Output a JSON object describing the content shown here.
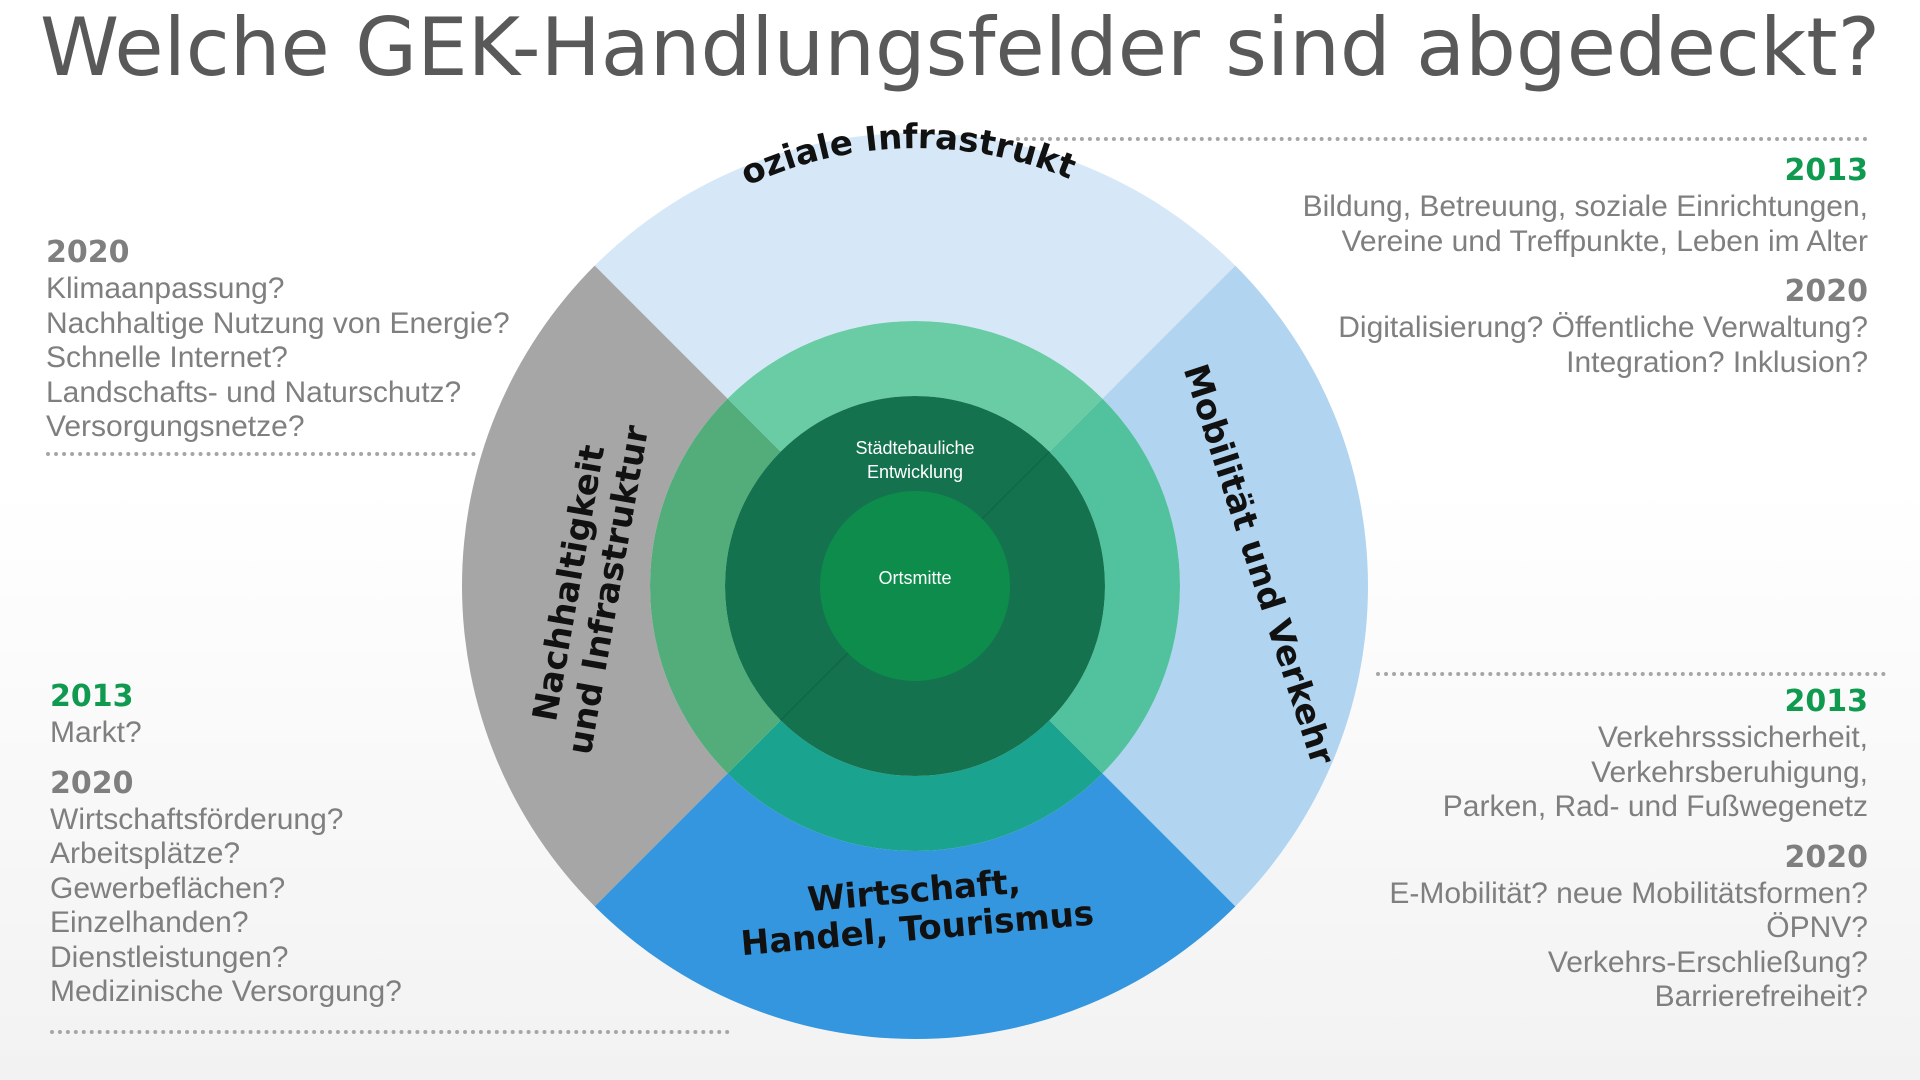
{
  "title": "Welche GEK-Handlungsfelder sind abgedeckt?",
  "wheel": {
    "top": "Soziale Infrastruktur",
    "right": "Mobilität und Verkehr",
    "bottom_line1": "Wirtschaft,",
    "bottom_line2": "Handel,  Tourismus",
    "left_line1": "Nachhaltigkeit",
    "left_line2": "und Infrastruktur",
    "center_outer_line1": "Städtebauliche",
    "center_outer_line2": "Entwicklung",
    "center_inner": "Ortsmitte",
    "colors": {
      "top": "#d6e8f7",
      "right": "#b1d4f0",
      "bottom": "#3396de",
      "left": "#a6a6a6",
      "mid_top": "#6acca5",
      "mid_right": "#52c29e",
      "mid_bottom": "#1aa38e",
      "mid_left": "#52ad7a",
      "core": "#14734e",
      "center": "#0d8c4c"
    }
  },
  "left_top": {
    "year": "2020",
    "items": [
      "Klimaanpassung?",
      "Nachhaltige Nutzung von Energie?",
      "Schnelle Internet?",
      "Landschafts- und Naturschutz?",
      "Versorgungsnetze?"
    ]
  },
  "left_bottom": {
    "year_a": "2013",
    "items_a": [
      "Markt?"
    ],
    "year_b": "2020",
    "items_b": [
      "Wirtschaftsförderung?",
      "Arbeitsplätze?",
      "Gewerbeflächen?",
      "Einzelhanden?",
      "Dienstleistungen?",
      "Medizinische Versorgung?"
    ]
  },
  "right_top": {
    "year_a": "2013",
    "items_a": [
      "Bildung, Betreuung, soziale Einrichtungen,",
      "Vereine und Treffpunkte, Leben im Alter"
    ],
    "year_b": "2020",
    "items_b": [
      "Digitalisierung? Öffentliche Verwaltung?",
      "Integration? Inklusion?"
    ]
  },
  "right_bottom": {
    "year_a": "2013",
    "items_a": [
      "Verkehrsssicherheit,",
      "Verkehrsberuhigung,",
      "Parken, Rad- und Fußwegenetz"
    ],
    "year_b": "2020",
    "items_b": [
      "E-Mobilität? neue Mobilitätsformen?",
      "ÖPNV?",
      "Verkehrs-Erschließung?",
      "Barrierefreiheit?"
    ]
  }
}
